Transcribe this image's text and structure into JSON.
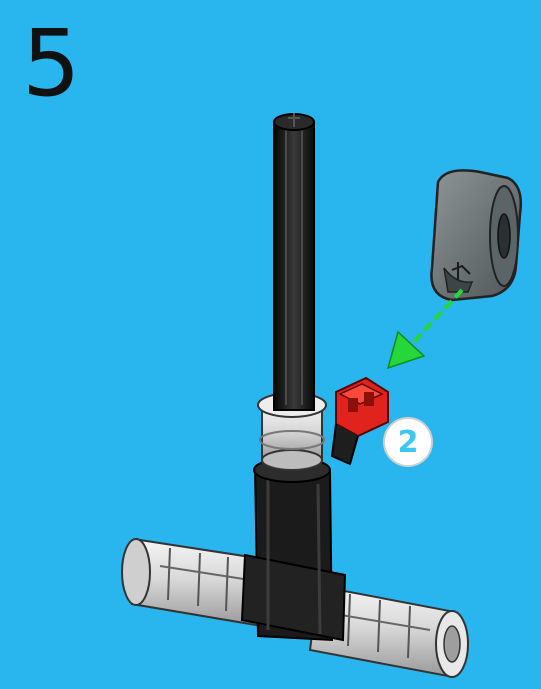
{
  "step": {
    "number": "5"
  },
  "callout": {
    "quantity": "2"
  },
  "colors": {
    "background": "#29b5ee",
    "axle": "#161616",
    "beam": "#222222",
    "bushing": "#d8d8d8",
    "connector_part": "#6f7779",
    "axle_peg": "#e0231c",
    "arrow": "#27d63a",
    "badge_text": "#3cc8f0"
  },
  "icons": [
    "axle",
    "tube-bushing",
    "pin-connector",
    "axle-peg",
    "insert-arrow"
  ]
}
